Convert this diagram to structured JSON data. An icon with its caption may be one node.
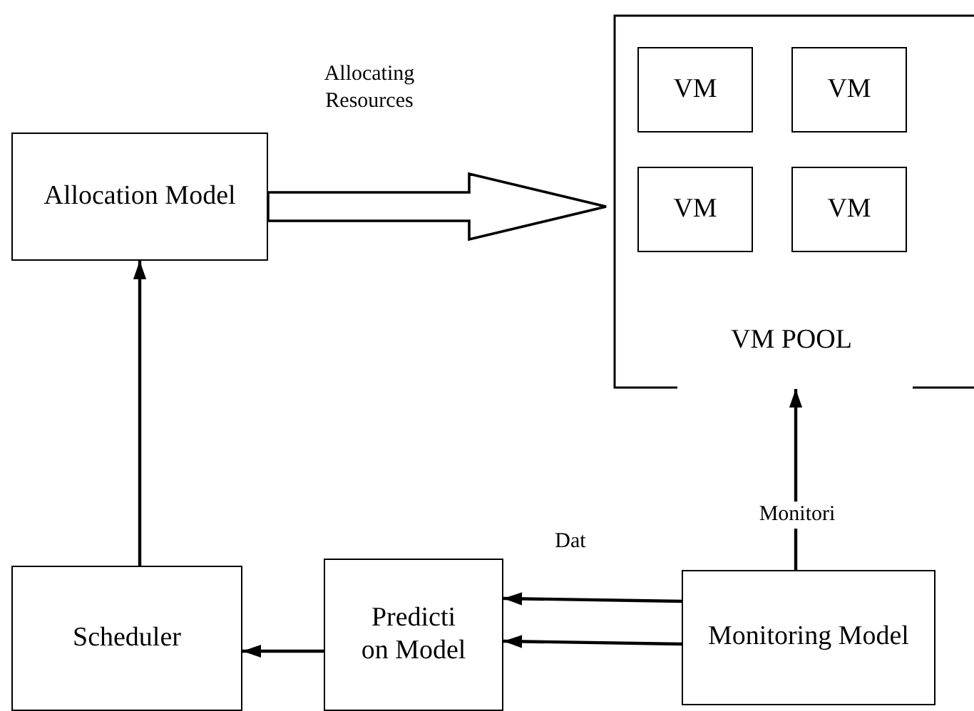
{
  "diagram": {
    "nodes": [
      {
        "text": [
          "Allocation Model"
        ]
      },
      {
        "text": [
          "VM POOL"
        ]
      },
      {
        "text": [
          "VM"
        ],
        "in": 1
      },
      {
        "text": [
          "VM"
        ],
        "in": 1
      },
      {
        "text": [
          "VM"
        ],
        "in": 1
      },
      {
        "text": [
          "VM"
        ],
        "in": 1
      },
      {
        "text": [
          "Scheduler"
        ]
      },
      {
        "text": [
          "Predicti on Model"
        ]
      },
      {
        "text": [
          "Monitoring Model"
        ]
      }
    ],
    "edges": [
      {
        "from": 0,
        "to": 1,
        "arrow": "to",
        "label": "Allocating Resources",
        "style": "thick"
      },
      {
        "from": 8,
        "to": 1,
        "arrow": "to",
        "label": "Monitori"
      },
      {
        "from": 8,
        "to": 7,
        "arrow": "to",
        "label": "Dat"
      },
      {
        "from": 8,
        "to": 7,
        "arrow": "to"
      },
      {
        "from": 7,
        "to": 6,
        "arrow": "to"
      },
      {
        "from": 6,
        "to": 0,
        "arrow": "to"
      }
    ]
  }
}
